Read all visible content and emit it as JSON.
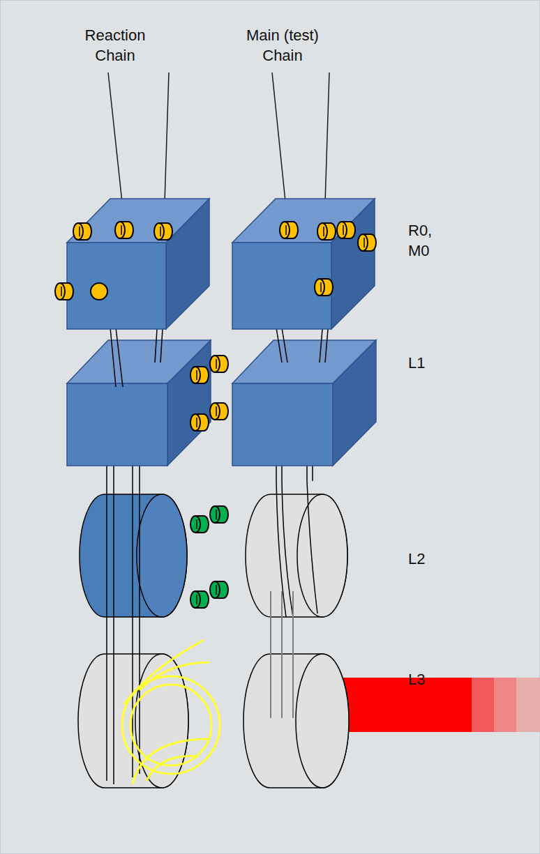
{
  "diagram": {
    "labels": [
      "Reaction Chain",
      "Main (test) Chain",
      "R0, M0",
      "L1",
      "L2",
      "L3"
    ]
  }
}
